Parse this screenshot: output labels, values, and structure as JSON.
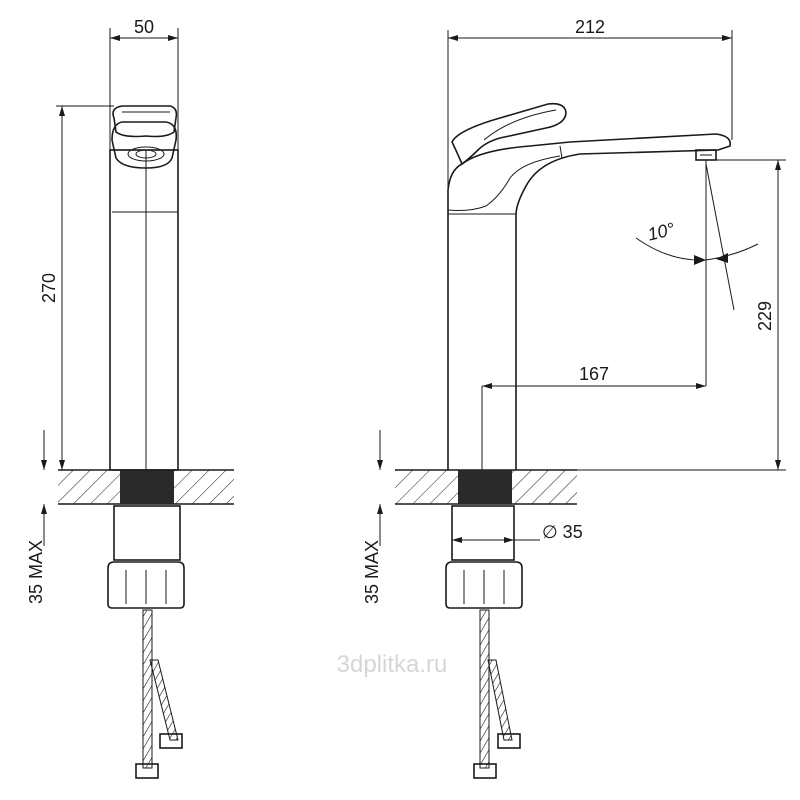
{
  "dimensions": {
    "width_front": "50",
    "width_side": "212",
    "height_total": "270",
    "height_spout": "229",
    "reach": "167",
    "angle": "10°",
    "diameter": "∅ 35",
    "max_thickness_left": "35 MAX",
    "max_thickness_right": "35 MAX"
  },
  "watermark": "3dplitka.ru",
  "colors": {
    "line": "#1a1a1a",
    "hatch": "#1a1a1a",
    "background": "#ffffff",
    "watermark": "#d6d6d6"
  }
}
